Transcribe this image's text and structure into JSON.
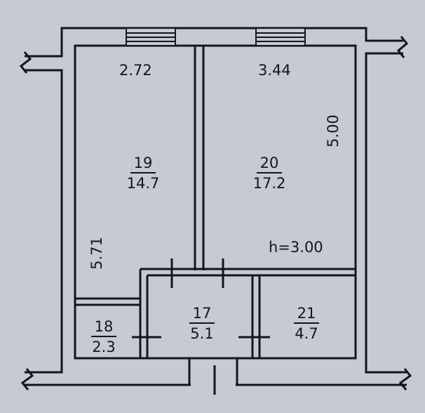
{
  "colors": {
    "paper": "#c7cad3",
    "ink": "#15151c"
  },
  "dimensions": {
    "width_room19": "2.72",
    "width_room20": "3.44",
    "length_right": "5.00",
    "length_left": "5.71",
    "ceiling_height": "h=3.00"
  },
  "rooms": [
    {
      "number": "19",
      "area": "14.7"
    },
    {
      "number": "20",
      "area": "17.2"
    },
    {
      "number": "17",
      "area": "5.1"
    },
    {
      "number": "18",
      "area": "2.3"
    },
    {
      "number": "21",
      "area": "4.7"
    }
  ]
}
